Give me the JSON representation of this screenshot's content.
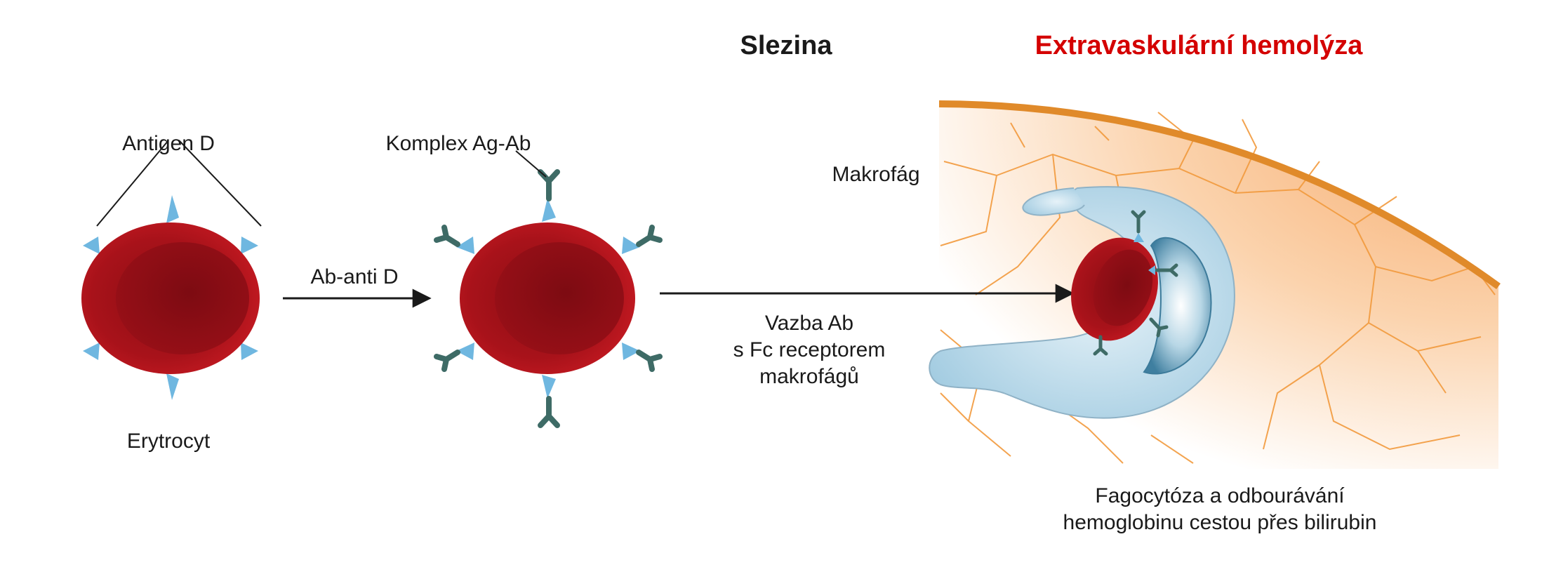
{
  "headings": {
    "spleen": "Slezina",
    "hemolysis": "Extravaskulární hemolýza"
  },
  "labels": {
    "antigen": "Antigen D",
    "erythrocyte": "Erytrocyt",
    "antibody": "Ab-anti D",
    "complex": "Komplex Ag-Ab",
    "binding_line1": "Vazba Ab",
    "binding_line2": "s Fc receptorem",
    "binding_line3": "makrofágů",
    "macrophage": "Makrofág",
    "phago_line1": "Fagocytóza a odbourávání",
    "phago_line2": "hemoglobinu cestou přes bilirubin"
  },
  "colors": {
    "hemolysis_title": "#d40000",
    "cell_red": "#b5121b",
    "antigen_blue": "#6fb7e0",
    "antibody_teal": "#3e6b66",
    "tissue_orange": "#f7b070",
    "capsule": "#e08a2a",
    "macrophage_blue": "#bfdcec"
  }
}
